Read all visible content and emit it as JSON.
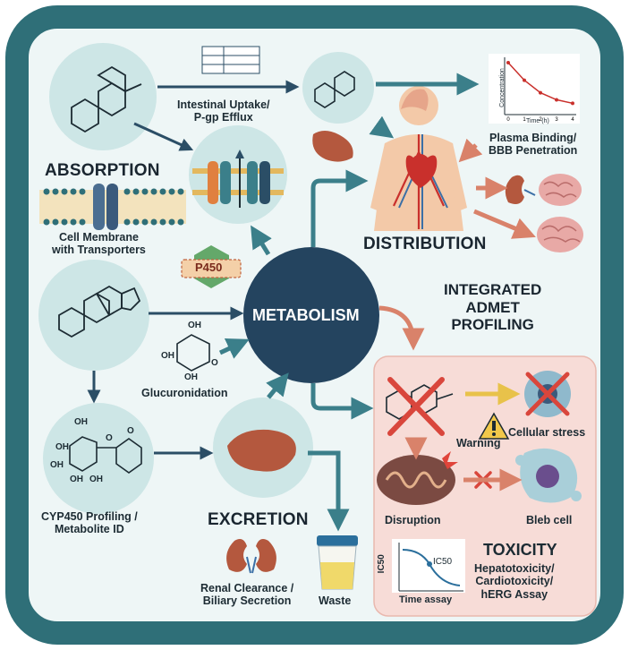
{
  "title": {
    "line1": "INTEGRATED",
    "line2": "ADMET",
    "line3": "PROFILING"
  },
  "absorption": {
    "heading": "ABSORPTION",
    "membrane_line1": "Cell Membrane",
    "membrane_line2": "with Transporters",
    "uptake_line1": "Intestinal Uptake/",
    "uptake_line2": "P-gp Efflux"
  },
  "distribution": {
    "heading": "DISTRIBUTION",
    "binding_line1": "Plasma Binding/",
    "binding_line2": "BBB Penetration",
    "chart_ylabel": "Concentration",
    "chart_xlabel": "Time (h)",
    "chart_ticks": [
      "0",
      "1",
      "2",
      "3",
      "4"
    ],
    "chart_values": [
      10,
      6.5,
      4,
      2.6,
      1.9
    ]
  },
  "metabolism": {
    "heading": "METABOLISM",
    "enzyme": "P450",
    "conjugation": "Glucuronidation",
    "profiling_line1": "CYP450 Profiling /",
    "profiling_line2": "Metabolite ID",
    "oh1": "OH",
    "oh2": "OH",
    "oh3": "OH",
    "oh4": "OH",
    "oh5": "OH",
    "gluc_oh1": "OH",
    "gluc_oh2": "OH",
    "gluc_oh3": "OH",
    "gluc_o": "O",
    "ring_o": "O",
    "ketone_o": "O"
  },
  "excretion": {
    "heading": "EXCRETION",
    "clearance_line1": "Renal Clearance /",
    "clearance_line2": "Biliary Secretion",
    "waste": "Waste"
  },
  "toxicity": {
    "heading": "TOXICITY",
    "warning": "Warning",
    "stress": "Cellular stress",
    "disruption": "Disruption",
    "bleb": "Bleb cell",
    "assays_line1": "Hepatotoxicity/",
    "assays_line2": "Cardiotoxicity/",
    "assays_line3": "hERG Assay",
    "ic50_axis": "IC50",
    "ic50_point": "IC50",
    "time_axis": "Time assay"
  },
  "colors": {
    "frame": "#2f6f78",
    "hub": "#24445f",
    "arrow": "#3b7f8a",
    "tox_panel": "#f7dcd7",
    "tox_arrow": "#d9826a"
  }
}
